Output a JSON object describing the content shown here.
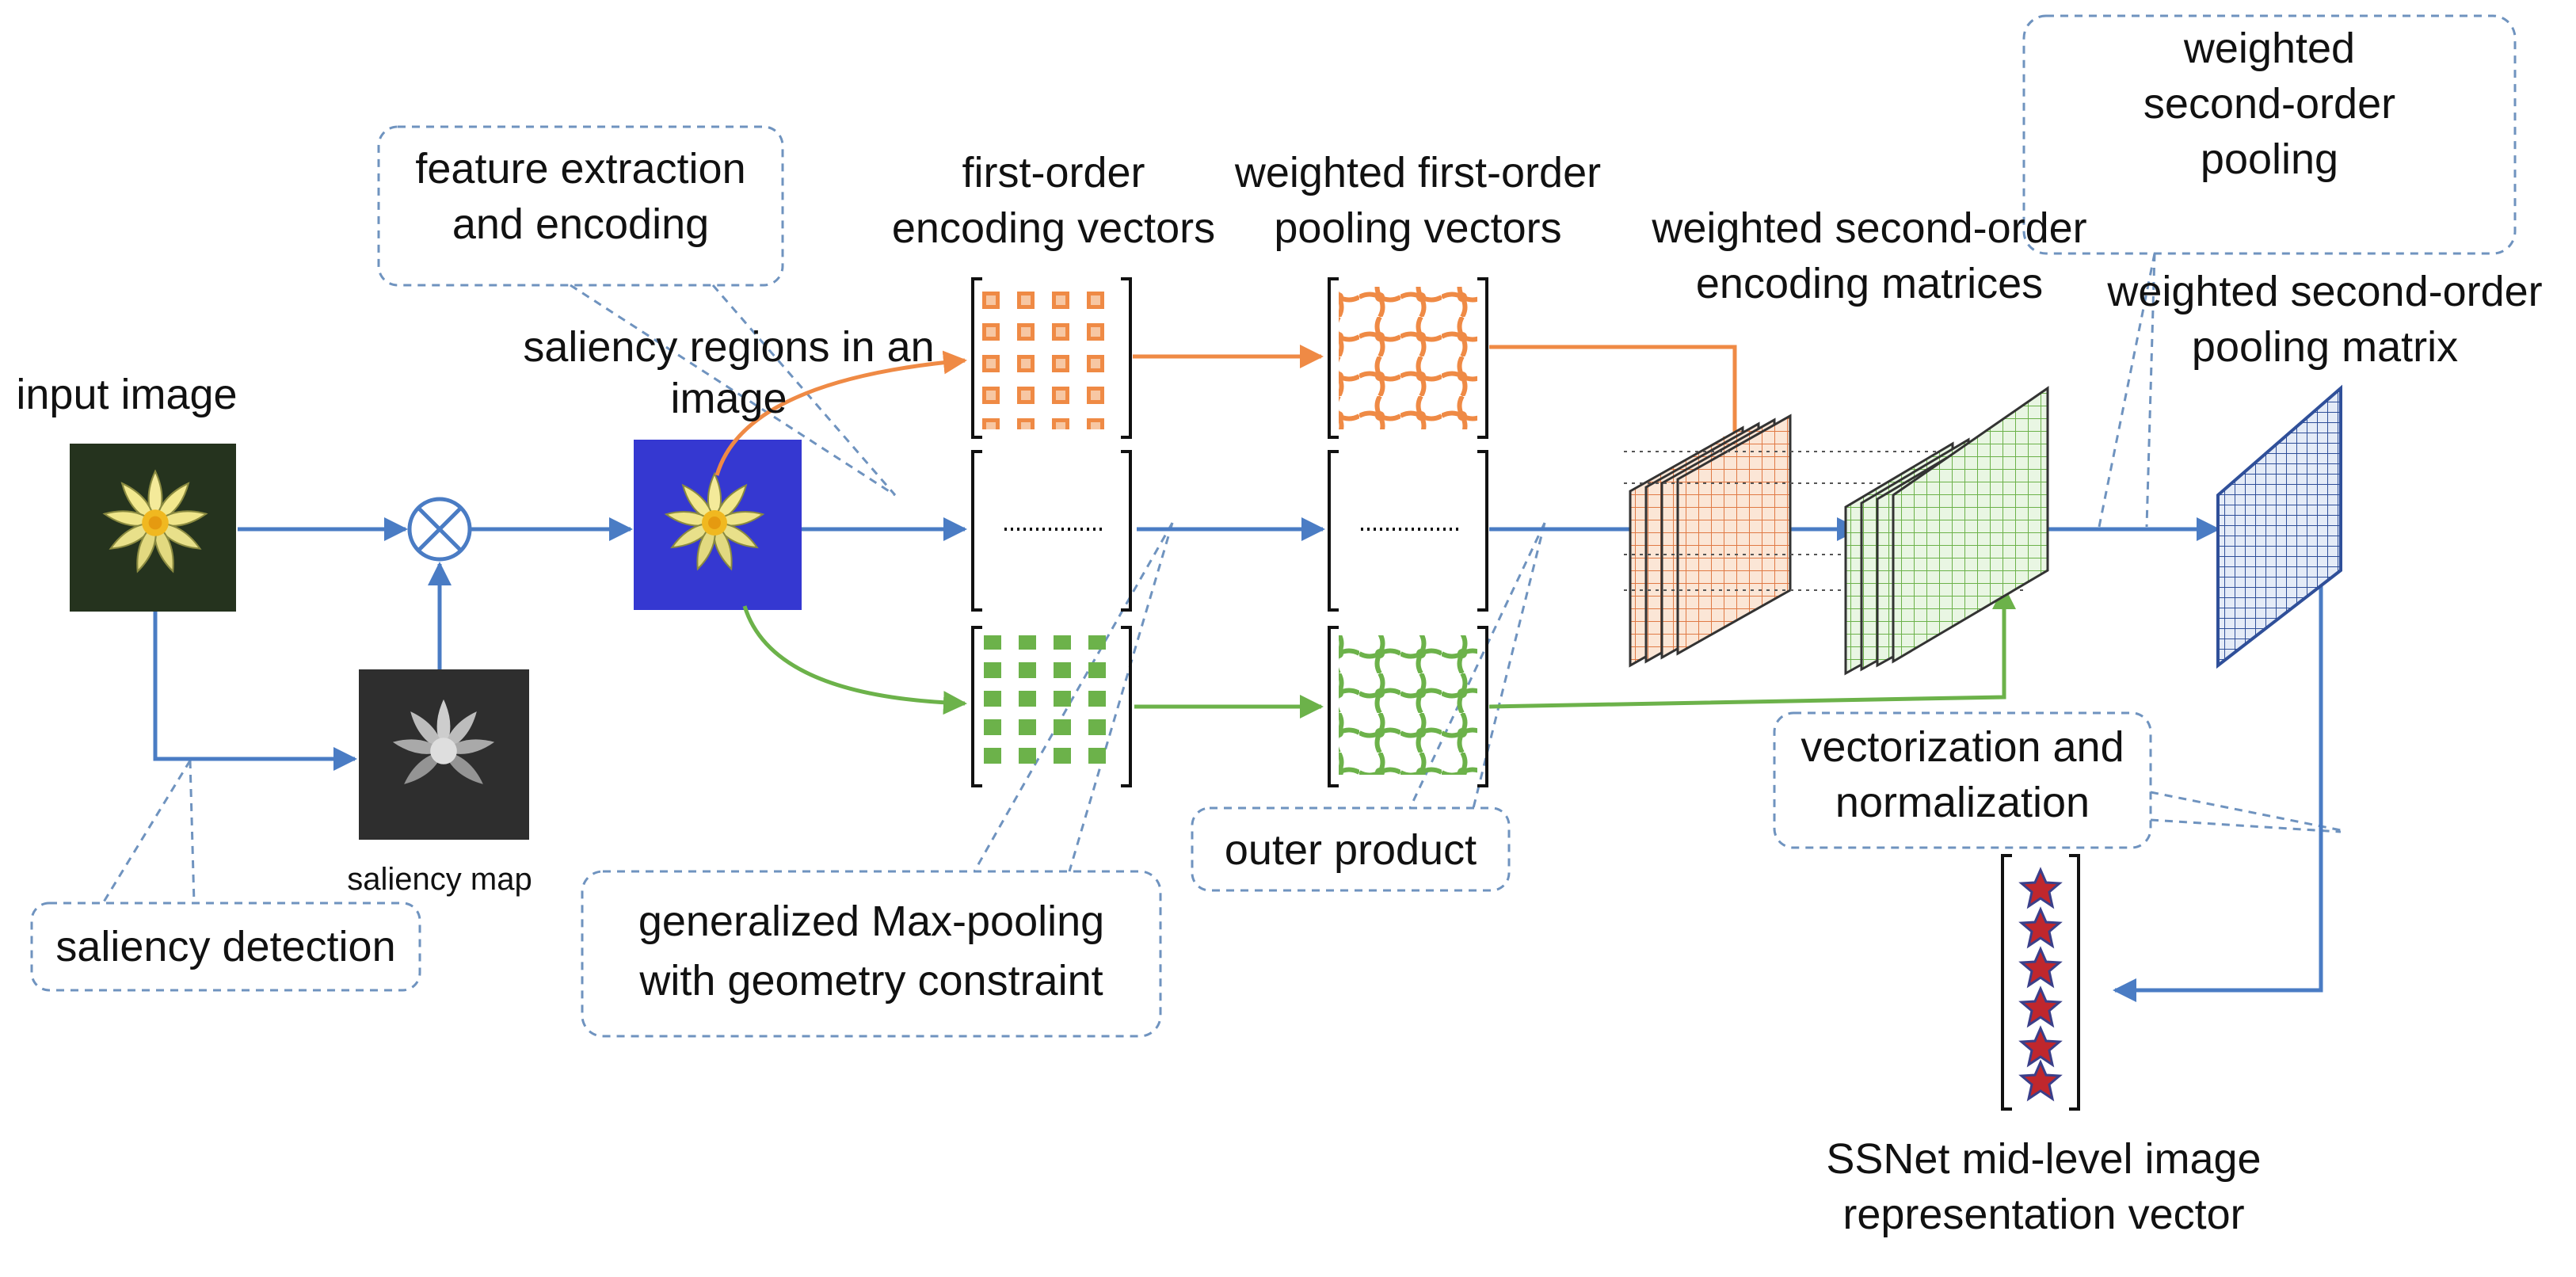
{
  "labels": {
    "input_image": "input image",
    "saliency_map": "saliency map",
    "saliency_detection": "saliency detection",
    "feature_extraction_1": "feature extraction",
    "feature_extraction_2": "and encoding",
    "saliency_regions_1": "saliency regions in an",
    "saliency_regions_2": "image",
    "first_order_1": "first-order",
    "first_order_2": "encoding vectors",
    "weighted_first_order_1": "weighted first-order",
    "weighted_first_order_2": "pooling vectors",
    "weighted_second_order_enc_1": "weighted second-order",
    "weighted_second_order_enc_2": "encoding matrices",
    "weighted_second_order_pool_1": "weighted",
    "weighted_second_order_pool_2": "second-order",
    "weighted_second_order_pool_3": "pooling",
    "weighted_second_order_matrix_1": "weighted second-order",
    "weighted_second_order_matrix_2": "pooling matrix",
    "generalized_1": "generalized Max-pooling",
    "generalized_2": "with geometry constraint",
    "outer_product": "outer product",
    "vectorization_1": "vectorization and",
    "vectorization_2": "normalization",
    "ssnet_1": "SSNet mid-level image",
    "ssnet_2": "representation vector"
  },
  "colors": {
    "blue_flow": "#4a7cc4",
    "orange_flow": "#ef8a45",
    "green_flow": "#6cb24a",
    "dashed_outline": "#6f93bf",
    "saliency_bg": "#3538d1",
    "matrix_blue": "#2f4f99",
    "star_red": "#c0272d"
  },
  "icons": [
    "multiply-circle-icon",
    "star-icon",
    "flower-image",
    "saliency-map-image"
  ]
}
